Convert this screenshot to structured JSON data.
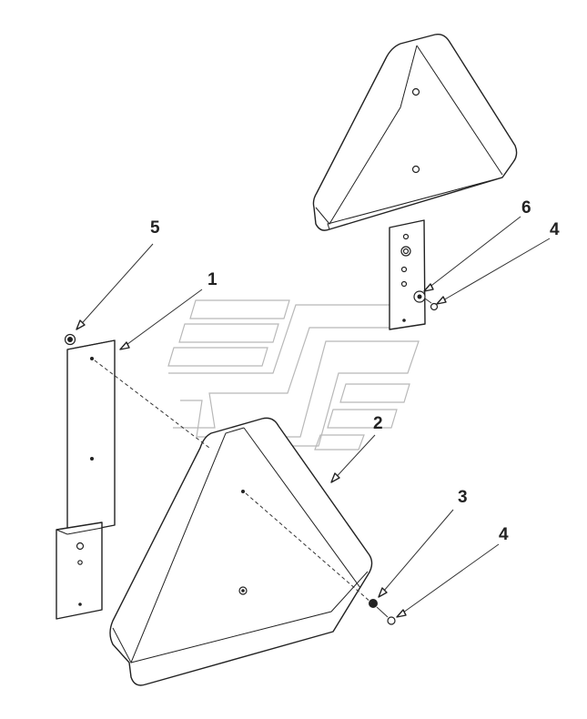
{
  "callouts": {
    "c1": "1",
    "c2": "2",
    "c3": "3",
    "c4a": "4",
    "c4b": "4",
    "c5": "5",
    "c6": "6"
  },
  "colors": {
    "line": "#222222",
    "watermark": "#b8b8b8",
    "background": "#ffffff"
  }
}
